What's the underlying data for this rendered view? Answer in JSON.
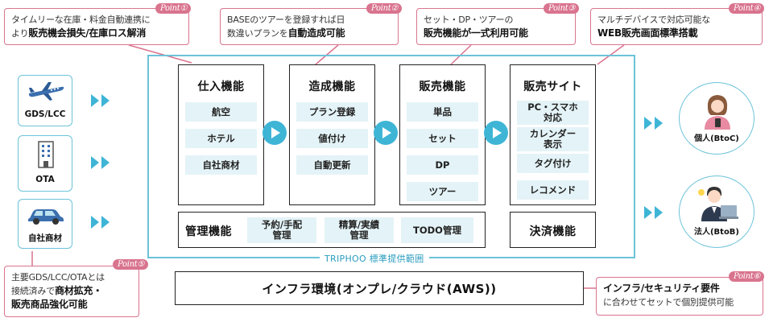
{
  "callouts": {
    "p1": {
      "badge": "Point①",
      "line1": "タイムリーな在庫・料金自動連携に",
      "line2_pre": "より",
      "line2_hl": "販売機会損失/在庫ロス解消"
    },
    "p2": {
      "badge": "Point②",
      "line1": "BASEのツアーを登録すれば日",
      "line2_pre": "数違いプランを",
      "line2_hl": "自動造成可能"
    },
    "p3": {
      "badge": "Point③",
      "line1": "セット・DP・ツアーの",
      "line2_hl": "販売機能が一式利用可能"
    },
    "p4": {
      "badge": "Point④",
      "line1": "マルチデバイスで対応可能な",
      "line2_hl": "WEB販売画面標準搭載"
    },
    "p5": {
      "badge": "Point⑤",
      "line1": "主要GDS/LCC/OTAとは",
      "line2_pre": "接続済みで",
      "line2_hl": "商材拡充・",
      "line3_hl": "販売商品強化可能"
    },
    "p6": {
      "badge": "Point⑥",
      "line1_hl": "インフラ/セキュリティ要件",
      "line2": "に合わせてセットで個別提供可能"
    }
  },
  "sources": [
    {
      "label": "GDS/LCC",
      "icon": "airplane-icon"
    },
    {
      "label": "OTA",
      "icon": "building-icon"
    },
    {
      "label": "自社商材",
      "icon": "car-icon"
    }
  ],
  "functions": {
    "purchase": {
      "title": "仕入機能",
      "items": [
        "航空",
        "ホテル",
        "自社商材"
      ]
    },
    "creation": {
      "title": "造成機能",
      "items": [
        "プラン登録",
        "値付け",
        "自動更新"
      ]
    },
    "sales": {
      "title": "販売機能",
      "items": [
        "単品",
        "セット",
        "DP",
        "ツアー"
      ]
    },
    "site": {
      "title": "販売サイト",
      "items": [
        "PC・スマホ対応",
        "カレンダー表示",
        "タグ付け",
        "レコメンド"
      ]
    }
  },
  "management": {
    "title": "管理機能",
    "items": [
      "予約/手配管理",
      "精算/実績管理",
      "TODO管理"
    ]
  },
  "settlement": {
    "title": "決済機能"
  },
  "frame_label": "TRIPHOO 標準提供範囲",
  "infra": "インフラ環境(オンプレ/クラウド(AWS))",
  "customers": [
    {
      "label": "個人(BtoC)",
      "icon": "woman-smartphone-icon"
    },
    {
      "label": "法人(BtoB)",
      "icon": "businessman-laptop-icon"
    }
  ],
  "colors": {
    "accent": "#3fb5d6",
    "frame": "#6cc3d9",
    "point": "#d9748e",
    "pill": "#e4f3f7"
  }
}
